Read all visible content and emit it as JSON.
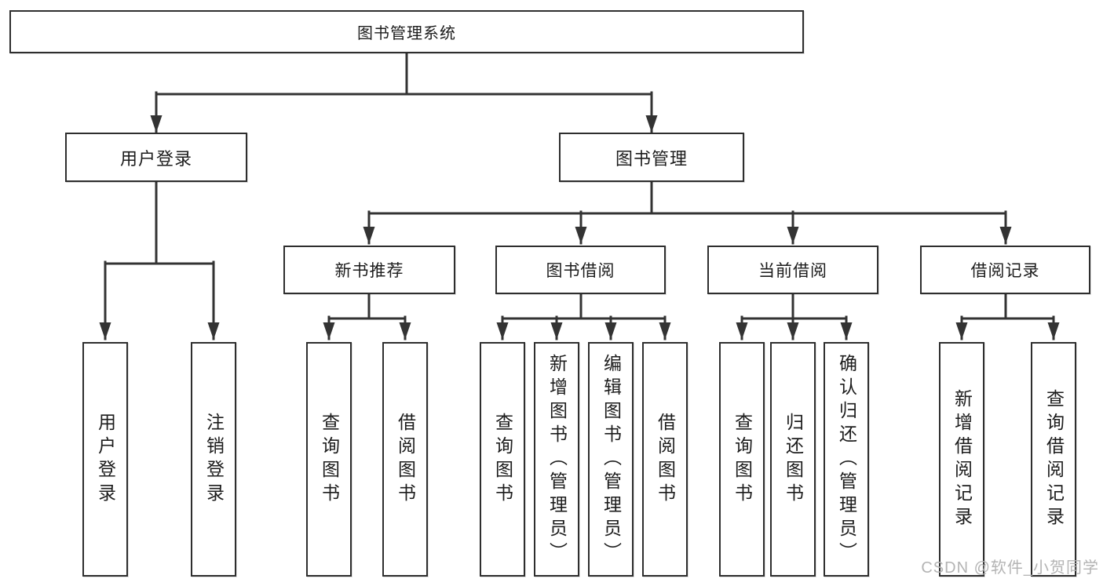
{
  "tree": {
    "root": {
      "label": "图书管理系统"
    },
    "branches": [
      {
        "label": "用户登录",
        "children": [
          {
            "label": "用户登录"
          },
          {
            "label": "注销登录"
          }
        ]
      },
      {
        "label": "图书管理",
        "children": [
          {
            "label": "新书推荐",
            "children": [
              {
                "label": "查询图书"
              },
              {
                "label": "借阅图书"
              }
            ]
          },
          {
            "label": "图书借阅",
            "children": [
              {
                "label": "查询图书"
              },
              {
                "label": "新增图书（管理员）"
              },
              {
                "label": "编辑图书（管理员）"
              },
              {
                "label": "借阅图书"
              }
            ]
          },
          {
            "label": "当前借阅",
            "children": [
              {
                "label": "查询图书"
              },
              {
                "label": "归还图书"
              },
              {
                "label": "确认归还（管理员）"
              }
            ]
          },
          {
            "label": "借阅记录",
            "children": [
              {
                "label": "新增借阅记录"
              },
              {
                "label": "查询借阅记录"
              }
            ]
          }
        ]
      }
    ]
  },
  "watermark": {
    "text": "CSDN @软件_小贺同学"
  },
  "colors": {
    "line": "#333333",
    "box_border": "#2e2e2e",
    "text": "#1c1c1c",
    "watermark": "#b4b4b4",
    "background": "#ffffff"
  }
}
